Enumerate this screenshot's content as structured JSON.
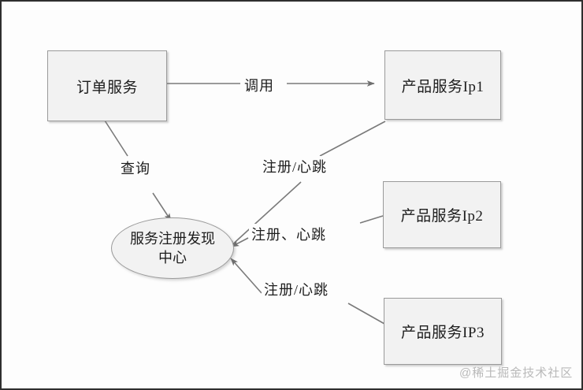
{
  "diagram": {
    "nodes": [
      {
        "id": "order-service",
        "label": "订单服务",
        "shape": "rect"
      },
      {
        "id": "registry-center",
        "label": "服务注册发现中心",
        "shape": "ellipse"
      },
      {
        "id": "product-ip1",
        "label": "产品服务Ip1",
        "shape": "rect"
      },
      {
        "id": "product-ip2",
        "label": "产品服务Ip2",
        "shape": "rect"
      },
      {
        "id": "product-ip3",
        "label": "产品服务IP3",
        "shape": "rect"
      }
    ],
    "edges": [
      {
        "id": "call",
        "label": "调用",
        "from": "order-service",
        "to": "product-ip1"
      },
      {
        "id": "query",
        "label": "查询",
        "from": "order-service",
        "to": "registry-center"
      },
      {
        "id": "reg-ip1",
        "label": "注册/心跳",
        "from": "product-ip1",
        "to": "registry-center"
      },
      {
        "id": "reg-ip2",
        "label": "注册、心跳",
        "from": "product-ip2",
        "to": "registry-center"
      },
      {
        "id": "reg-ip3",
        "label": "注册/心跳",
        "from": "product-ip3",
        "to": "registry-center"
      }
    ],
    "colors": {
      "node_fill": "#f2f2f2",
      "node_border": "#9a9a9a",
      "line": "#7a7a7a",
      "text": "#1d1d1d",
      "frame": "#2e2e2e",
      "background": "#fdfdfd"
    }
  },
  "watermark": {
    "text": "@稀土掘金技术社区"
  }
}
